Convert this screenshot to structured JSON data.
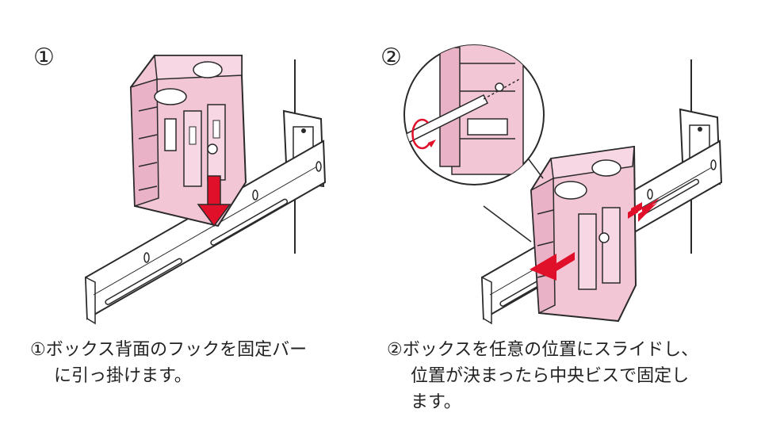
{
  "steps": [
    {
      "number": "①",
      "caption_lines": [
        "①ボックス背面のフックを固定バー",
        "に引っ掛けます。"
      ]
    },
    {
      "number": "②",
      "caption_lines": [
        "②ボックスを任意の位置にスライドし、",
        "位置が決まったら中央ビスで固定し",
        "ます。"
      ]
    }
  ],
  "colors": {
    "box_fill": "#f3c6d6",
    "box_stroke": "#2a2a2a",
    "bar_fill": "#ffffff",
    "arrow_red": "#e0102a"
  }
}
